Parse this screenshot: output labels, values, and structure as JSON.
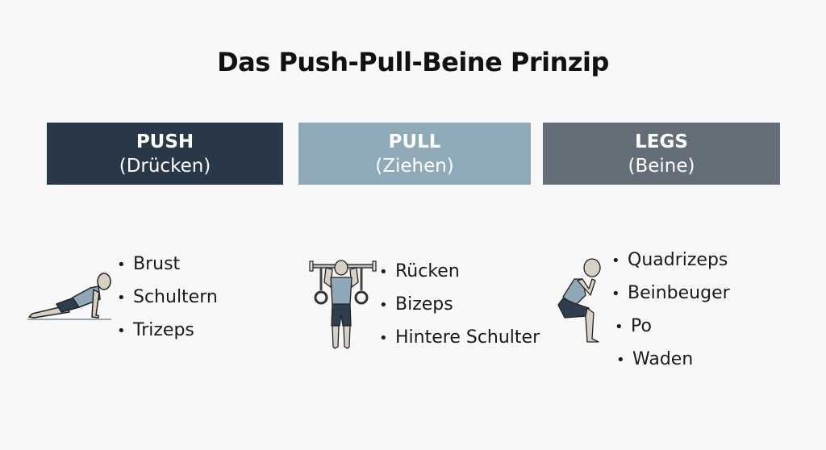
{
  "title": "Das Push-Pull-Beine Prinzip",
  "colors": {
    "push": "#283849",
    "pull": "#8ea9b8",
    "legs": "#646e79",
    "figure_shirt": "#8fa8b8",
    "figure_shorts": "#2f3e4e",
    "figure_skin": "#d9d0c4"
  },
  "categories": [
    {
      "label": "PUSH",
      "sublabel": "(Drücken)",
      "icon": "push-up-figure-icon",
      "muscles": [
        "Brust",
        "Schultern",
        "Trizeps"
      ]
    },
    {
      "label": "PULL",
      "sublabel": "(Ziehen)",
      "icon": "pull-up-rings-figure-icon",
      "muscles": [
        "Rücken",
        "Bizeps",
        "Hintere Schulter"
      ]
    },
    {
      "label": "LEGS",
      "sublabel": "(Beine)",
      "icon": "squat-figure-icon",
      "muscles": [
        "Quadrizeps",
        "Beinbeuger",
        "Po",
        "Waden"
      ]
    }
  ],
  "bullet": "•"
}
